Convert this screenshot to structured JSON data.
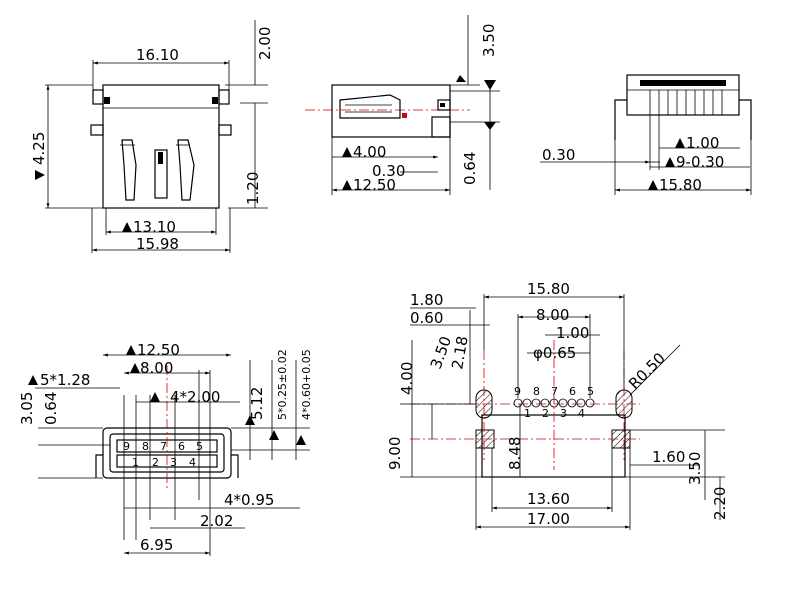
{
  "top_left_view": {
    "width_top": "16.10",
    "height_top": "2.00",
    "height_left": "4.25",
    "height_right": "1.20",
    "width_inner": "13.10",
    "width_outer": "15.98"
  },
  "top_middle_view": {
    "height_top": "3.50",
    "dim_a": "4.00",
    "dim_b": "0.30",
    "dim_c": "12.50",
    "dim_d": "0.64"
  },
  "top_right_view": {
    "dim_left": "0.30",
    "dim_pitch": "1.00",
    "dim_pins": "9-0.30",
    "dim_width": "15.80"
  },
  "bottom_left_view": {
    "dim_top": "12.50",
    "dim_mid": "8.00",
    "dim_pitch": "4*2.00",
    "dim_left_a": "3.05",
    "dim_left_b": "0.64",
    "dim_left_c": "5*1.28",
    "dim_right_a": "5.12",
    "dim_right_b": "5*0.25±0.02",
    "dim_right_c": "4*0.60+0.05",
    "dim_bottom_a": "4*0.95",
    "dim_bottom_b": "2.02",
    "dim_bottom_c": "6.95",
    "pin_labels_top": [
      "9",
      "8",
      "7",
      "6",
      "5"
    ],
    "pin_labels_bottom": [
      "1",
      "2",
      "3",
      "4"
    ]
  },
  "bottom_right_view": {
    "dim_top_a": "1.80",
    "dim_top_b": "0.60",
    "dim_top_c": "3.50",
    "dim_top_d": "2.18",
    "dim_width": "15.80",
    "dim_mid": "8.00",
    "dim_pitch": "1.00",
    "dim_hole": "φ0.65",
    "dim_radius": "R0.50",
    "dim_left_a": "4.00",
    "dim_left_b": "9.00",
    "dim_center": "8.48",
    "dim_right_a": "1.60",
    "dim_right_b": "3.50",
    "dim_right_c": "2.20",
    "dim_bottom_a": "13.60",
    "dim_bottom_b": "17.00",
    "pin_labels_top": [
      "9",
      "8",
      "7",
      "6",
      "5"
    ],
    "pin_labels_bottom": [
      "1",
      "2",
      "3",
      "4"
    ]
  }
}
